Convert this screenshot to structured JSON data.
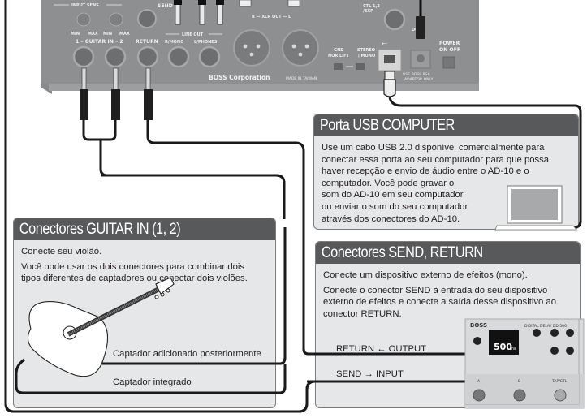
{
  "device_panel": {
    "brand_label": "BOSS Corporation",
    "made_in": "MADE IN TAIWAN",
    "input_sens_label": "INPUT SENS",
    "knob_labels": [
      "MIN",
      "MAX",
      "MIN",
      "MAX"
    ],
    "guitar_in_label": "1 – GUITAR IN – 2",
    "send_label": "SEND",
    "return_label": "RETURN",
    "line_out_label": "LINE OUT",
    "r_mono_label": "R/MONO",
    "l_phones_label": "L/PHONES",
    "xlr_out_label": "R — XLR OUT — L",
    "ctl_exp_label_1": "CTL 1,2",
    "ctl_exp_label_2": "/EXP",
    "dc_in_label": "DC IN",
    "gnd_label": "GND",
    "nor_lift_label": "NOR LIFT",
    "stereo_label": "STEREO",
    "mono_label": "| MONO",
    "usb_icon": "usb-icon",
    "adaptor_label_1": "USE BOSS PSA",
    "adaptor_label_2": "ADAPTOR ONLY",
    "power_label": "POWER",
    "on_off_label": "ON  OFF"
  },
  "usb_box": {
    "title": "Porta USB COMPUTER",
    "lines": [
      "Use um cabo USB 2.0 disponível comercialmente para",
      "conectar essa porta ao seu computador para que possa",
      "haver recepção e envio de áudio entre o AD-10 e o",
      "computador. Você pode gravar o",
      "som do AD-10 em seu computador",
      "ou enviar o som do seu computador",
      "através dos conectores do AD-10."
    ],
    "image": "laptop-computer"
  },
  "guitar_box": {
    "title": "Conectores GUITAR IN (1, 2)",
    "paragraph_1": "Conecte seu violão.",
    "paragraph_2_line_1": "Você pode usar os dois conectores para combinar dois",
    "paragraph_2_line_2": "tipos diferentes de captadores ou conectar dois violões.",
    "caption_added_pickup": "Captador adicionado posteriormente",
    "caption_builtin_pickup": "Captador integrado",
    "image": "acoustic-guitar"
  },
  "send_return_box": {
    "title": "Conectores SEND, RETURN",
    "paragraph_1": "Conecte um dispositivo externo de efeitos (mono).",
    "paragraph_2_line_1": "Conecte o conector SEND à entrada do seu dispositivo",
    "paragraph_2_line_2": "externo de efeitos e conecte a saída desse dispositivo ao",
    "paragraph_2_line_3": "conector RETURN.",
    "caption_return": "RETURN ← OUTPUT",
    "caption_send": "SEND → INPUT",
    "pedal": {
      "brand": "BOSS",
      "model": "DIGITAL DELAY DD-500",
      "display_value": "500",
      "display_unit": "ms",
      "footswitch_labels": [
        "A",
        "B",
        "TAP/CTL"
      ]
    }
  },
  "colors": {
    "panel_gray": "#8a8b8d",
    "box_fill": "#e6e7e8",
    "box_header": "#58595b",
    "cable": "#1a1a1a"
  }
}
